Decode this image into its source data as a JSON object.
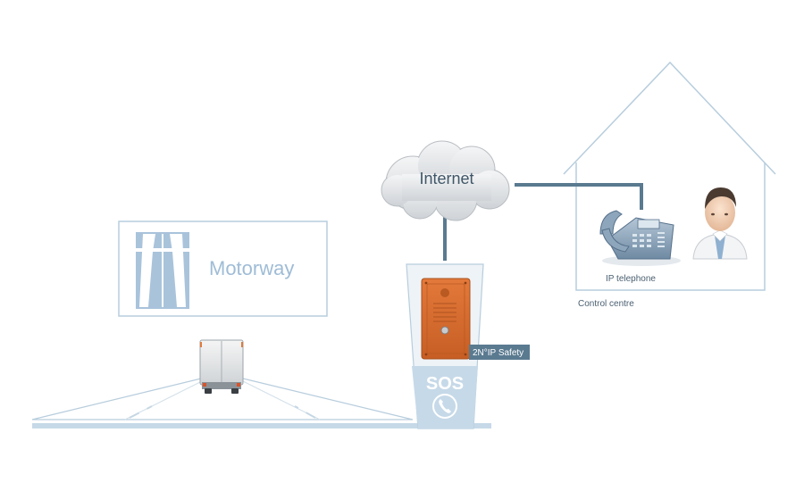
{
  "labels": {
    "internet": "Internet",
    "motorway": "Motorway",
    "device": "2N°IP Safety",
    "sos": "SOS",
    "ip_telephone": "IP telephone",
    "control_centre": "Control centre"
  },
  "icons": {
    "motorway_sign": "motorway-symbol-icon",
    "handset": "phone-handset-icon",
    "truck": "truck-icon",
    "telephone": "desk-phone-icon",
    "operator": "person-icon"
  },
  "colors": {
    "line_dark": "#5a7a90",
    "line_light": "#b7cddd",
    "sign_blue": "#a9c3db",
    "sign_text": "#9fbcd6",
    "device_orange": "#d86a2c",
    "sos_panel": "#c6d9e8",
    "label_box": "#5a7a90"
  }
}
